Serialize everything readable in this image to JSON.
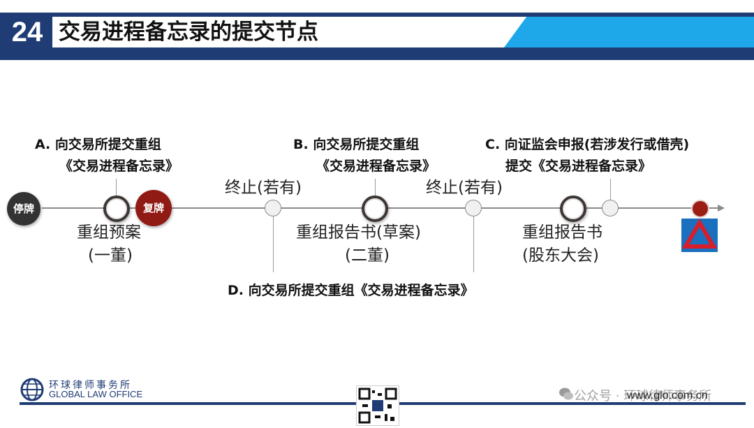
{
  "header": {
    "slide_number": "24",
    "title": "交易进程备忘录的提交节点"
  },
  "timeline": {
    "start_label": "停牌",
    "resume_label": "复牌",
    "stage1": {
      "line1": "重组预案",
      "line2": "(一董)"
    },
    "stage2": {
      "line1": "重组报告书(草案)",
      "line2": "(二董)"
    },
    "stage3": {
      "line1": "重组报告书",
      "line2": "(股东大会)"
    },
    "terminate1": "终止(若有)",
    "terminate2": "终止(若有)",
    "note_a": {
      "line1": "A. 向交易所提交重组",
      "line2": "《交易进程备忘录》"
    },
    "note_b": {
      "line1": "B. 向交易所提交重组",
      "line2": "《交易进程备忘录》"
    },
    "note_c": {
      "line1": "C. 向证监会申报(若涉发行或借壳)",
      "line2": "提交《交易进程备忘录》"
    },
    "note_d": "D. 向交易所提交重组《交易进程备忘录》"
  },
  "footer": {
    "firm_cn": "环球律师事务所",
    "firm_en": "GLOBAL LAW OFFICE",
    "watermark": "公众号 · 环球律师事务所",
    "url": "www.glo.com.cn"
  },
  "colors": {
    "navy": "#1f3c74",
    "cyan": "#1ea8ea",
    "dark_red": "#8f1b14"
  }
}
